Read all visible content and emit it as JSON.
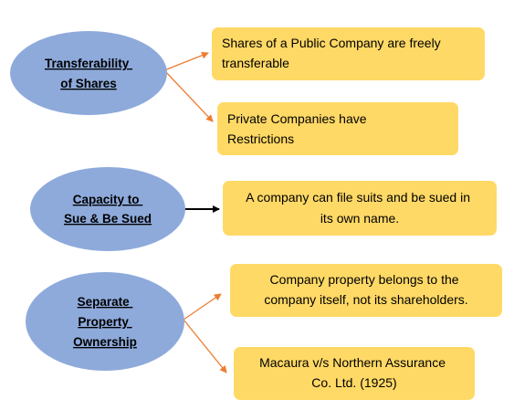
{
  "colors": {
    "ellipse_fill": "#8eaadb",
    "box_fill": "#ffd966",
    "arrow_orange": "#ed7d31",
    "arrow_black": "#000000",
    "background": "#ffffff"
  },
  "concepts": [
    {
      "label_lines": [
        "Transferability",
        "of Shares"
      ],
      "details": [
        {
          "lines": [
            "Shares of a Public Company are freely",
            "transferable"
          ]
        },
        {
          "lines": [
            "Private Companies have",
            "Restrictions"
          ]
        }
      ]
    },
    {
      "label_lines": [
        "Capacity to",
        "Sue & Be Sued"
      ],
      "details": [
        {
          "lines": [
            "A company can file suits and be sued in",
            "its own name."
          ]
        }
      ]
    },
    {
      "label_lines": [
        "Separate",
        "Property",
        "Ownership"
      ],
      "details": [
        {
          "lines": [
            "Company property belongs to the",
            "company itself, not its shareholders."
          ]
        },
        {
          "lines": [
            "Macaura v/s Northern Assurance",
            "Co. Ltd. (1925)"
          ]
        }
      ]
    }
  ]
}
